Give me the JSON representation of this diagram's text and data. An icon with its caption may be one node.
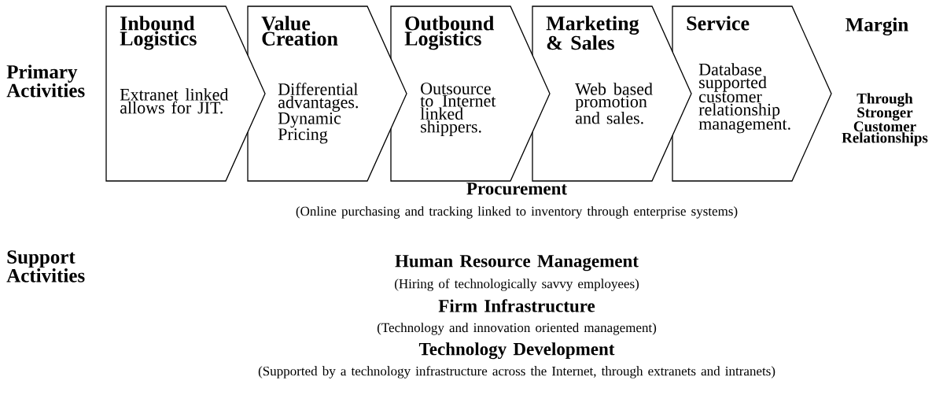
{
  "diagram": {
    "nodes": [
      {
        "text": [
          "Inbound Logistics",
          "Extranet linked allows for JIT."
        ]
      },
      {
        "text": [
          "Value Creation",
          "Differential advantages. Dynamic Pricing"
        ]
      },
      {
        "text": [
          "Outbound Logistics",
          "Outsource to Internet linked shippers."
        ]
      },
      {
        "text": [
          "Marketing & Sales",
          "Web based promotion and sales."
        ]
      },
      {
        "text": [
          "Service",
          "Database supported customer relationship management."
        ]
      }
    ],
    "labels": [
      "Primary Activities",
      "Margin",
      "Through Stronger Customer Relationships",
      "Procurement",
      "(Online purchasing and tracking linked to inventory through enterprise systems)",
      "Support Activities",
      "Human Resource Management",
      "(Hiring of technologically savvy employees)",
      "Firm Infrastructure",
      "(Technology and innovation oriented management)",
      "Technology Development",
      "(Supported by a technology infrastructure across the Internet, through extranets and intranets)"
    ]
  }
}
